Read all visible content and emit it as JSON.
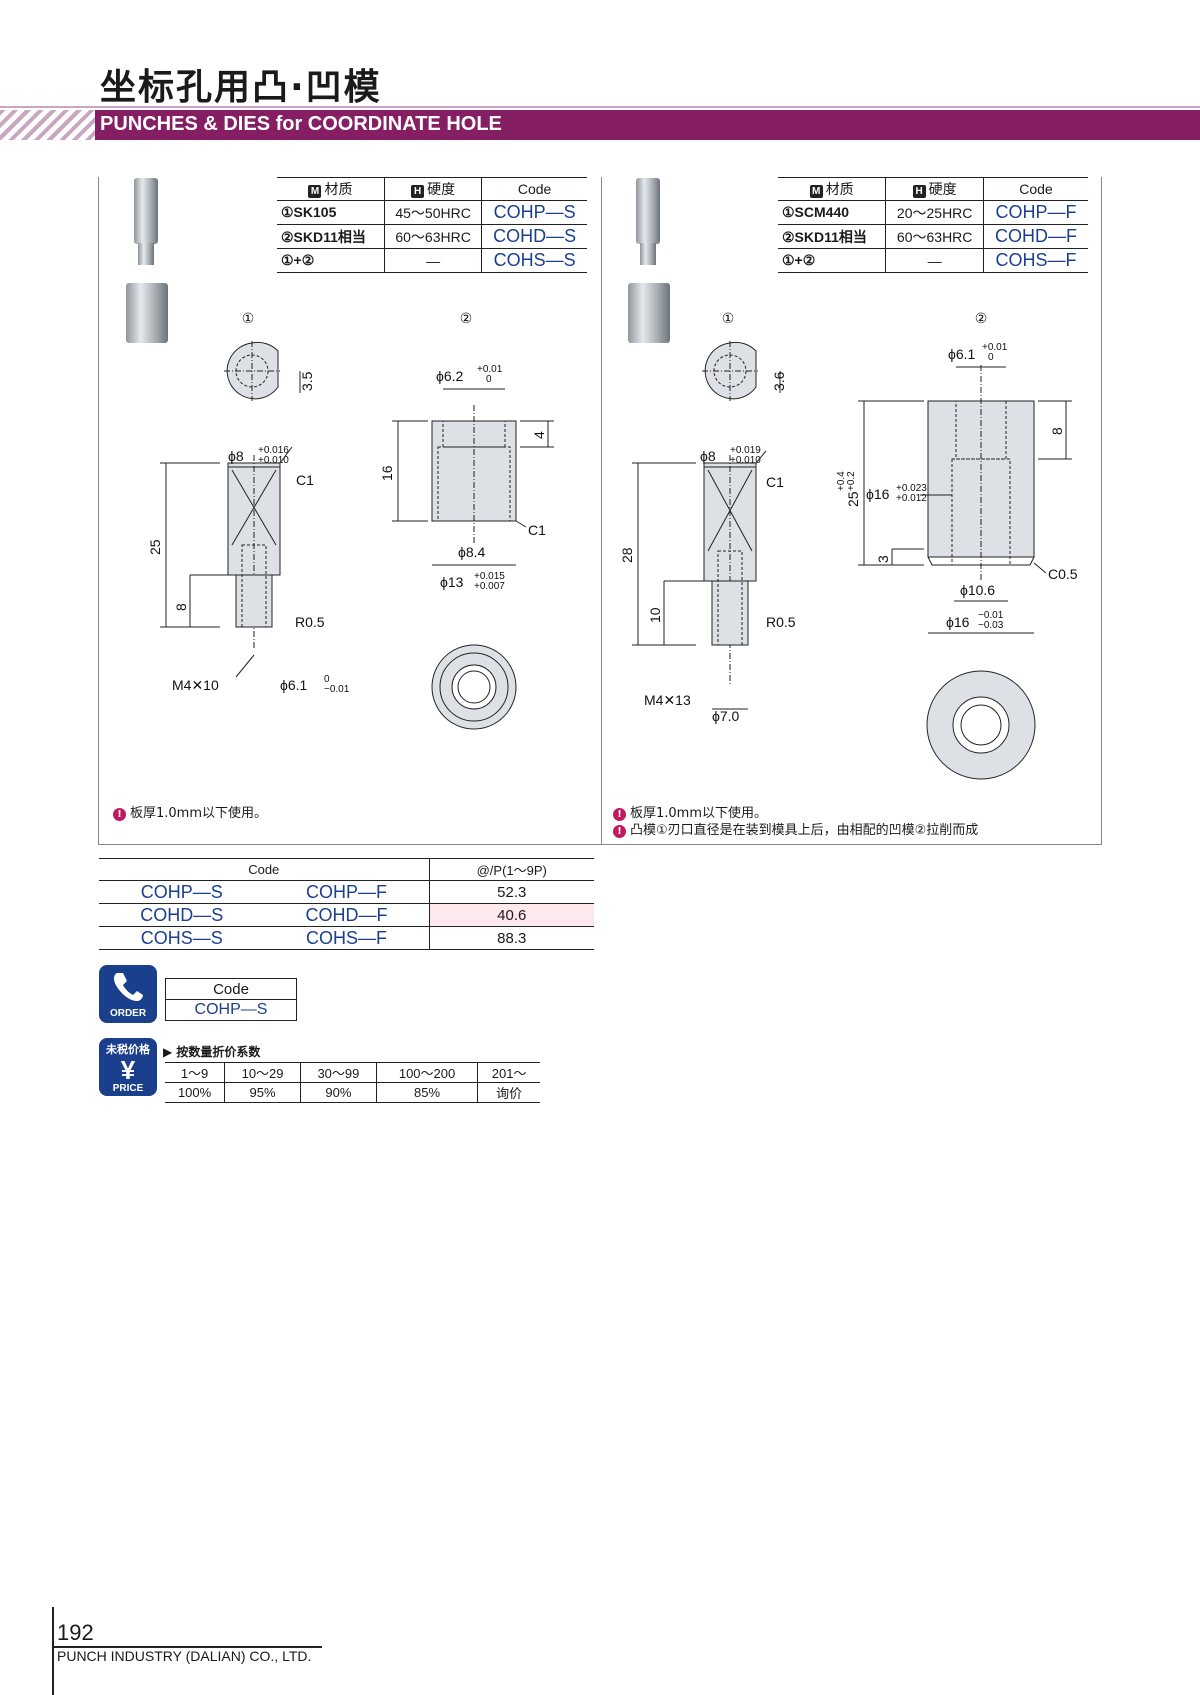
{
  "header": {
    "title_cn": "坐标孔用凸·凹模",
    "title_en": "PUNCHES & DIES for COORDINATE HOLE"
  },
  "left": {
    "spec_headers": [
      "材质",
      "硬度",
      "Code"
    ],
    "spec_tags": [
      "M",
      "H"
    ],
    "rows": [
      {
        "material": "①SK105",
        "hardness": "45～50HRC",
        "code": "COHP—S"
      },
      {
        "material": "②SKD11相当",
        "hardness": "60～63HRC",
        "code": "COHD—S"
      },
      {
        "material": "①+②",
        "hardness": "—",
        "code": "COHS—S"
      }
    ],
    "label_1": "①",
    "label_2": "②",
    "dims": {
      "flat": "3.5",
      "phi8": "ϕ8",
      "phi8_tol_up": "+0.016",
      "phi8_tol_lo": "+0.010",
      "c1_top": "C1",
      "len_25": "25",
      "len_8": "8",
      "r05": "R0.5",
      "m4": "M4✕10",
      "phi61": "ϕ6.1",
      "phi61_tol_up": "0",
      "phi61_tol_lo": "−0.01",
      "die_phi62": "ϕ6.2",
      "die_phi62_tol_up": "+0.01",
      "die_phi62_tol_lo": "0",
      "die_16": "16",
      "die_4": "4",
      "die_c1": "C1",
      "die_phi84": "ϕ8.4",
      "die_phi13": "ϕ13",
      "die_phi13_tol_up": "+0.015",
      "die_phi13_tol_lo": "+0.007"
    },
    "notes": [
      "板厚1.0mm以下使用。"
    ]
  },
  "right": {
    "spec_headers": [
      "材质",
      "硬度",
      "Code"
    ],
    "spec_tags": [
      "M",
      "H"
    ],
    "rows": [
      {
        "material": "①SCM440",
        "hardness": "20～25HRC",
        "code": "COHP—F"
      },
      {
        "material": "②SKD11相当",
        "hardness": "60～63HRC",
        "code": "COHD—F"
      },
      {
        "material": "①+②",
        "hardness": "—",
        "code": "COHS—F"
      }
    ],
    "label_1": "①",
    "label_2": "②",
    "dims": {
      "flat": "3.6",
      "phi8": "ϕ8",
      "phi8_tol_up": "+0.019",
      "phi8_tol_lo": "+0.010",
      "c1_top": "C1",
      "len_28": "28",
      "len_10": "10",
      "r05": "R0.5",
      "m4": "M4✕13",
      "phi70": "ϕ7.0",
      "die_phi61": "ϕ6.1",
      "die_phi61_tol_up": "+0.01",
      "die_phi61_tol_lo": "0",
      "die_25": "25",
      "die_25_tol_up": "+0.4",
      "die_25_tol_lo": "+0.2",
      "die_phi16a": "ϕ16",
      "die_phi16a_tol_up": "+0.023",
      "die_phi16a_tol_lo": "+0.012",
      "die_8": "8",
      "die_3": "3",
      "die_c05": "C0.5",
      "die_phi106": "ϕ10.6",
      "die_phi16b": "ϕ16",
      "die_phi16b_tol_up": "−0.01",
      "die_phi16b_tol_lo": "−0.03"
    },
    "notes": [
      "板厚1.0mm以下使用。",
      "凸模①刃口直径是在装到模具上后，由相配的凹模②拉削而成"
    ]
  },
  "price_table": {
    "header_code": "Code",
    "header_price": "@/P(1～9P)",
    "rows": [
      {
        "code_s": "COHP—S",
        "code_f": "COHP—F",
        "price": "52.3"
      },
      {
        "code_s": "COHD—S",
        "code_f": "COHD—F",
        "price": "40.6"
      },
      {
        "code_s": "COHS—S",
        "code_f": "COHS—F",
        "price": "88.3"
      }
    ],
    "highlight_color": "#fde8ee"
  },
  "order": {
    "badge_label": "ORDER",
    "code_header": "Code",
    "code_value": "COHP—S"
  },
  "price_badge": {
    "top_label": "未税价格",
    "symbol": "¥",
    "bottom_label": "PRICE",
    "discount_title": "▶ 按数量折价系数",
    "quantities": [
      "1～9",
      "10～29",
      "30～99",
      "100～200",
      "201～"
    ],
    "rates": [
      "100%",
      "95%",
      "90%",
      "85%",
      "询价"
    ]
  },
  "footer": {
    "page_number": "192",
    "company": "PUNCH INDUSTRY (DALIAN) CO., LTD."
  },
  "colors": {
    "brand": "#861e64",
    "code_blue": "#1b3f8f",
    "badge_blue": "#1a3f8c",
    "warn": "#c0195f"
  }
}
